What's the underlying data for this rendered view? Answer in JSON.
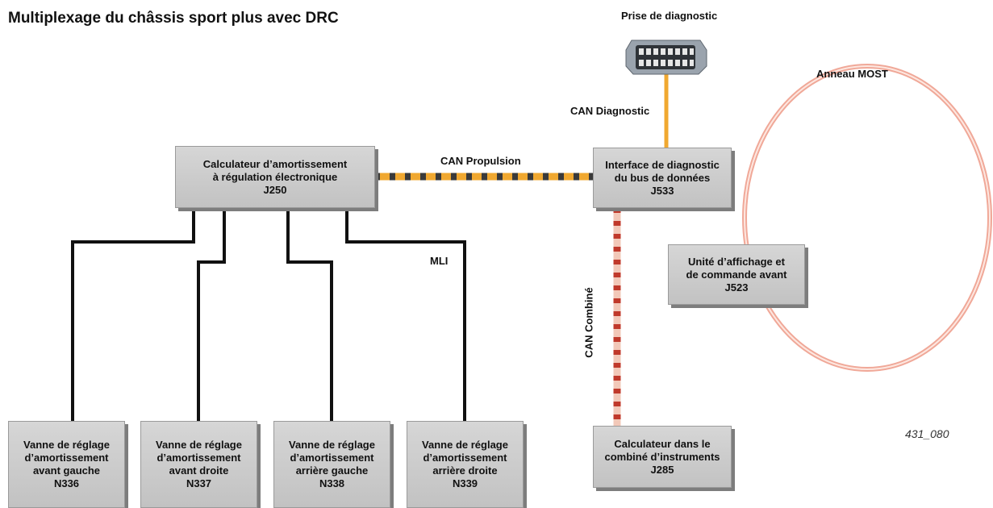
{
  "title": "Multiplexage du châssis sport plus avec DRC",
  "labels": {
    "diag_port": "Prise de diagnostic",
    "most_ring": "Anneau MOST",
    "can_diagnostic": "CAN Diagnostic",
    "can_propulsion": "CAN Propulsion",
    "mli": "MLI",
    "can_combine": "CAN Combiné",
    "figure_ref": "431_080"
  },
  "boxes": {
    "j250": [
      "Calculateur d’amortissement",
      "à régulation électronique",
      "J250"
    ],
    "j533": [
      "Interface de diagnostic",
      "du bus de données",
      "J533"
    ],
    "j523": [
      "Unité d’affichage et",
      "de commande avant",
      "J523"
    ],
    "j285": [
      "Calculateur dans le",
      "combiné d’instruments",
      "J285"
    ],
    "n336": [
      "Vanne de réglage",
      "d’amortissement",
      "avant gauche",
      "N336"
    ],
    "n337": [
      "Vanne de réglage",
      "d’amortissement",
      "avant droite",
      "N337"
    ],
    "n338": [
      "Vanne de réglage",
      "d’amortissement",
      "arrière gauche",
      "N338"
    ],
    "n339": [
      "Vanne de réglage",
      "d’amortissement",
      "arrière droite",
      "N339"
    ]
  },
  "colors": {
    "can_propulsion_a": "#f0a830",
    "can_propulsion_b": "#3a3a3a",
    "can_combine_a": "#f2c8b8",
    "can_combine_b": "#c0392b",
    "can_diagnostic": "#f0a830",
    "most_ring": "#f0a898",
    "mli_wire": "#111111"
  }
}
